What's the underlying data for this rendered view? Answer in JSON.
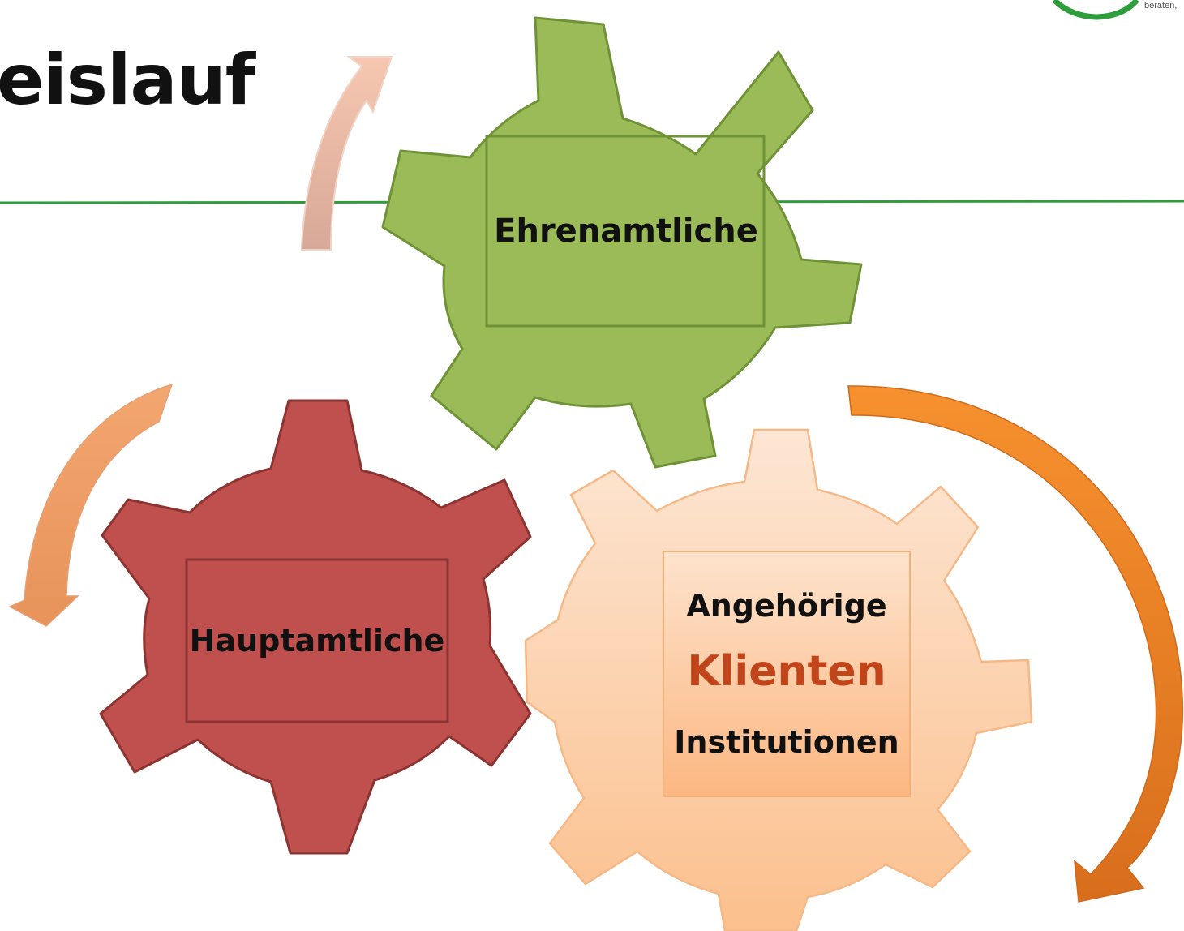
{
  "slide": {
    "title": "eislauf",
    "logo_tagline": "beraten,"
  },
  "gears": {
    "ehrenamtliche": {
      "label": "Ehrenamtliche"
    },
    "hauptamtliche": {
      "label": "Hauptamtliche"
    },
    "klienten": {
      "line1": "Angehörige",
      "line2": "Klienten",
      "line3": "Institutionen"
    }
  },
  "colors": {
    "green_gear": "#9bbb59",
    "red_gear": "#c0504d",
    "orange_gear": "#fbc59a",
    "header_rule": "#2e9e3c",
    "logo_green": "#2e9e3c",
    "klienten_text": "#c0451a",
    "arrow_orange": "#e67e22"
  }
}
